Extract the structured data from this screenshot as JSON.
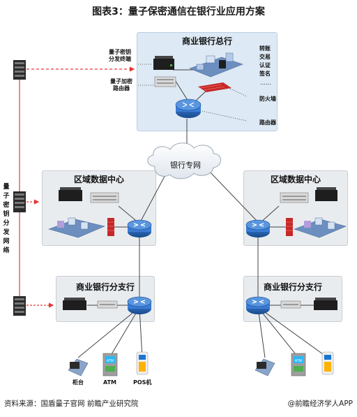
{
  "title": "图表3：量子保密通信在银行业应用方案",
  "hq": {
    "title": "商业银行总行",
    "key_terminal": "量子密钥\n分发终端",
    "encrypt_router": "量子加密\n路由器",
    "services": "转账\n交易\n认证\n签名",
    "ellipsis": "……",
    "firewall": "防火墙",
    "router": "路由器"
  },
  "network": "银行专网",
  "dc_left": "区域数据中心",
  "dc_right": "区域数据中心",
  "branch_left": "商业银行分支行",
  "branch_right": "商业银行分支行",
  "qkd_label": "量\n子\n密\n钥\n分\n发\n网\n络",
  "terminals": {
    "counter": "柜台",
    "atm": "ATM",
    "pos": "POS机",
    "atm_screen": "ATM"
  },
  "footer": {
    "source": "资料来源：国盾量子官网 前瞻产业研究院",
    "brand": "@前瞻经济学人APP"
  },
  "colors": {
    "hq_bg": "#dde9f4",
    "box_bg": "#e9ecef",
    "red_line": "#e53935",
    "router": "#1f5fa8",
    "firewall": "#c62828"
  }
}
